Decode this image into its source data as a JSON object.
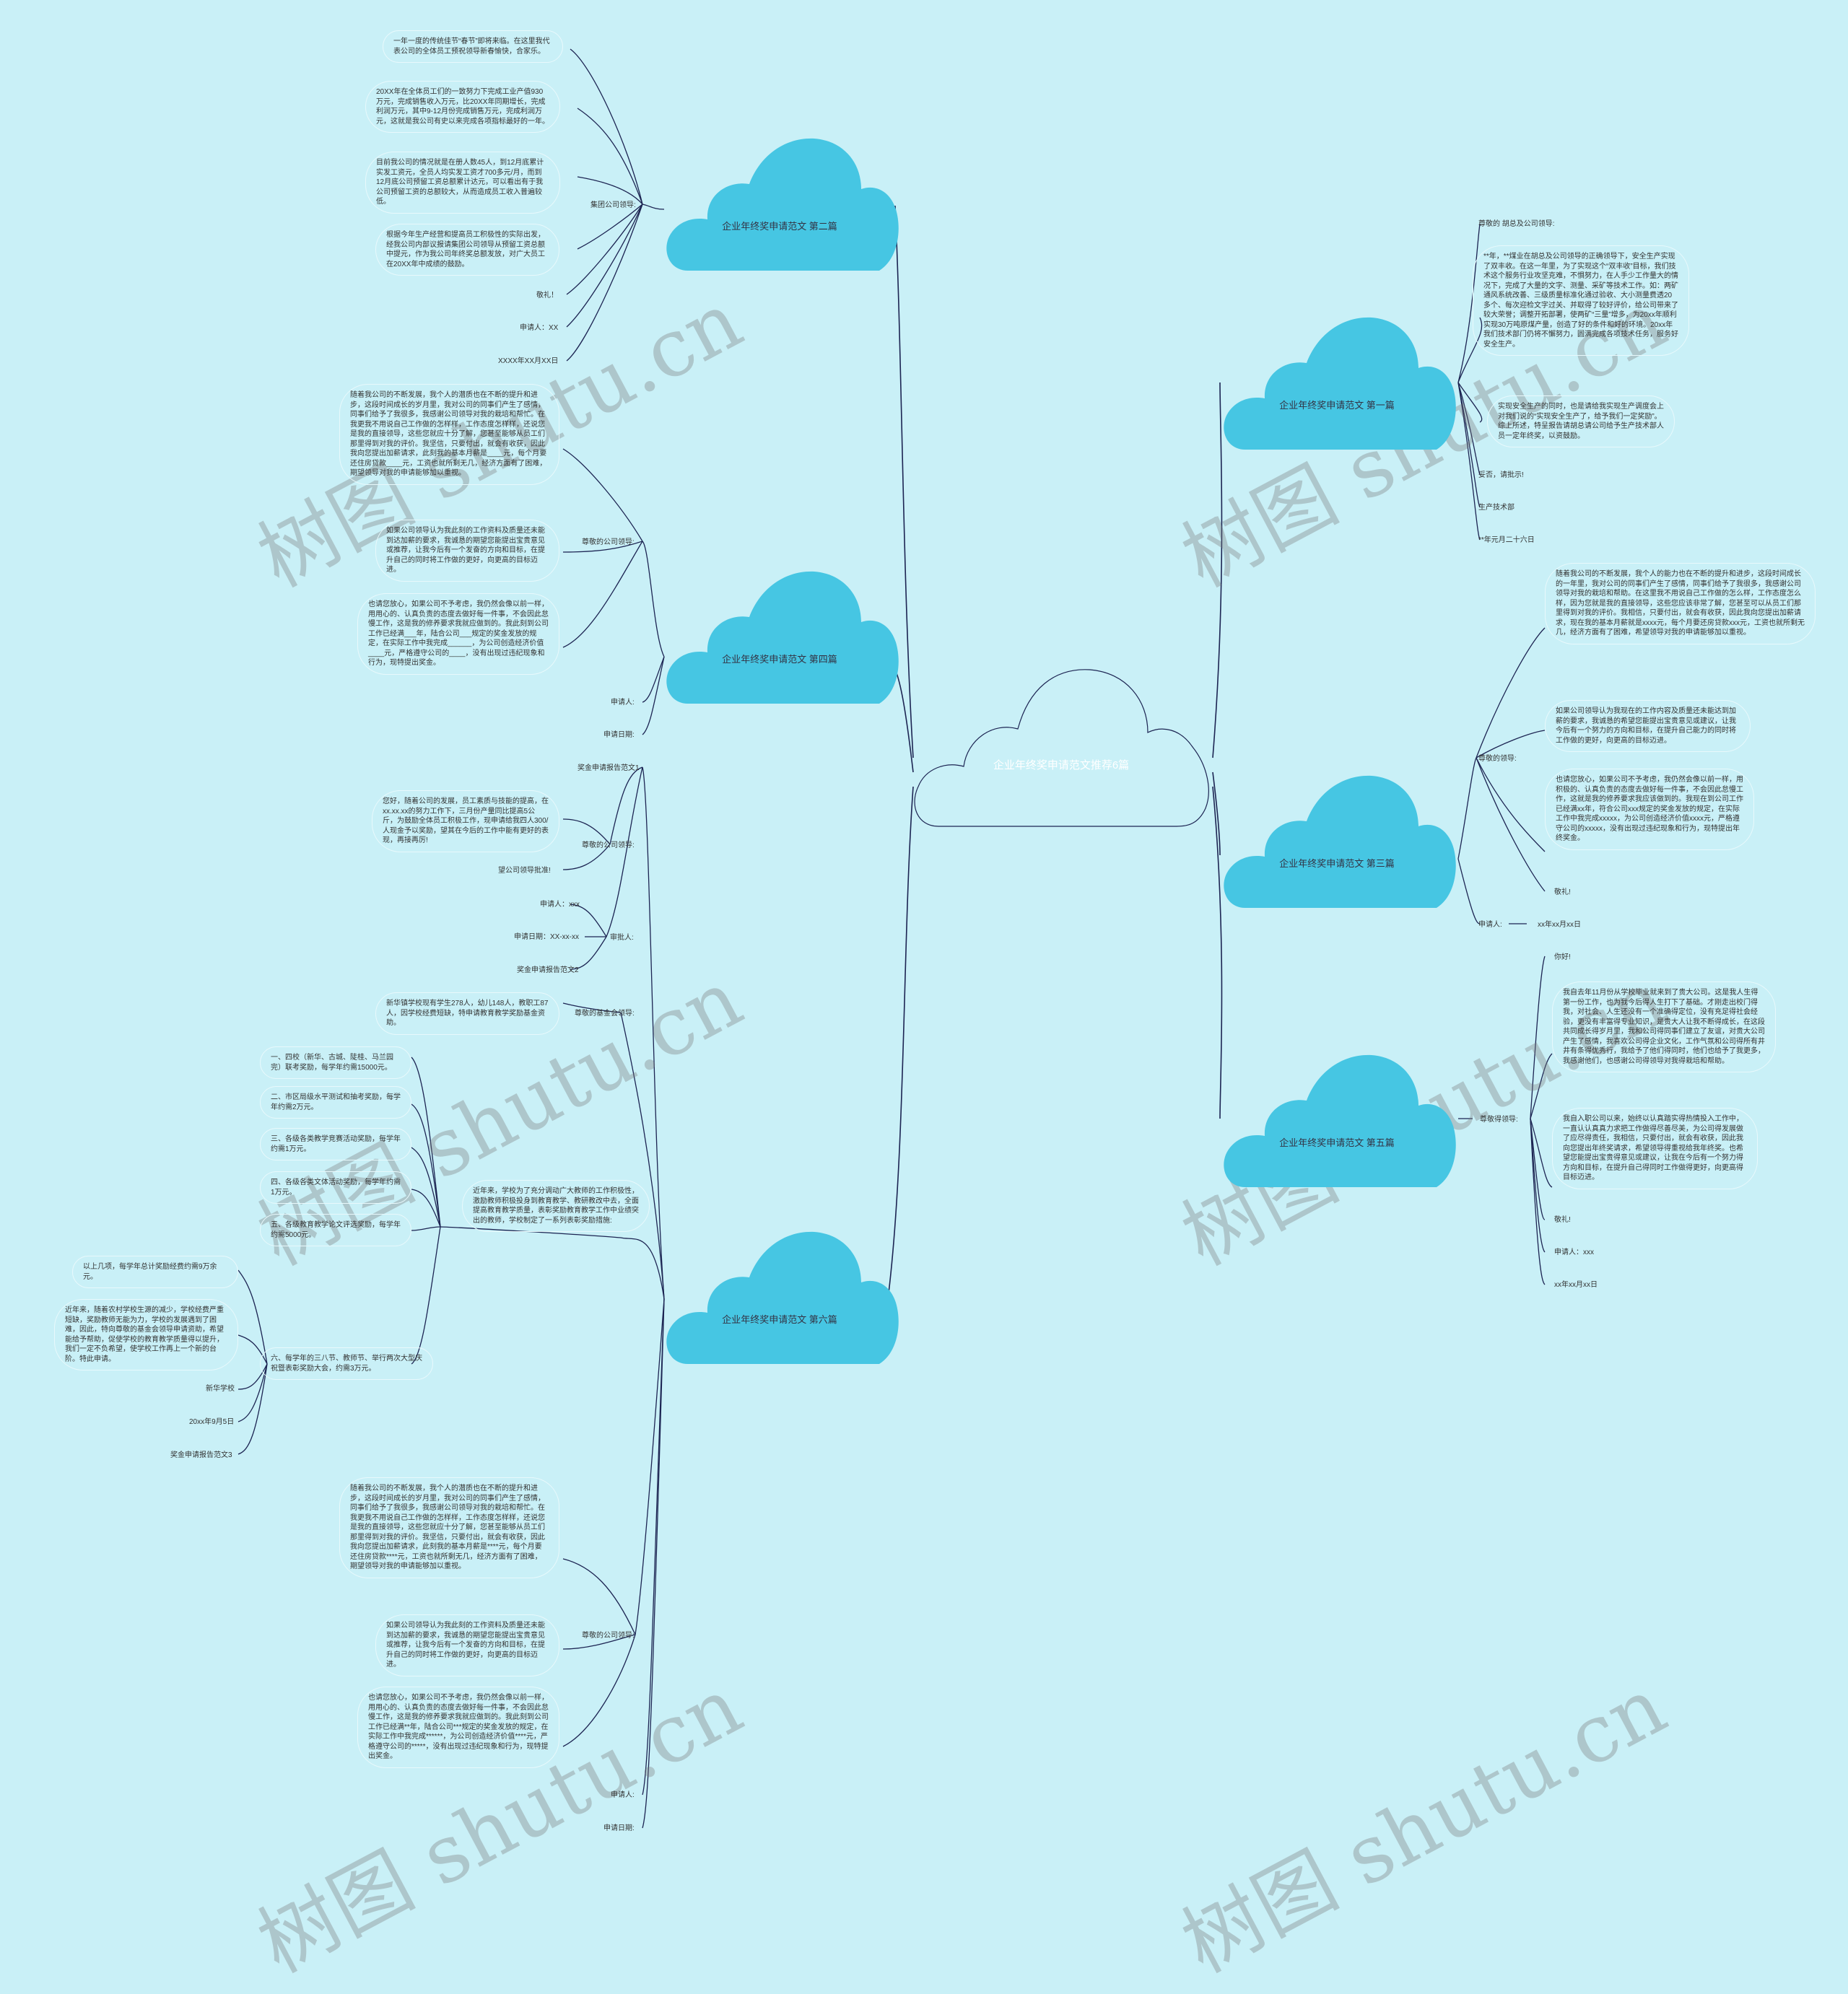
{
  "center": "企业年终奖申请范文推荐6篇",
  "watermark": "树图 shutu.cn",
  "colors": {
    "background": "#c9f0f7",
    "cloud": "#46c6e3",
    "line": "#1c2452"
  },
  "branches": {
    "b2": {
      "title": "企业年终奖申请范文 第二篇",
      "hub": "集团公司领导:",
      "p1": "一年一度的传统佳节“春节”即将来临。在这里我代表公司的全体员工预祝领导新春愉快，合家乐。",
      "p2": "20XX年在全体员工们的一致努力下完成工业产值930万元，完成销售收入万元，比20XX年同期增长，完成利润万元，其中9-12月份完成销售万元，完成利润万元，这就是我公司有史以来完成各项指标最好的一年。",
      "p3": "目前我公司的情况就是在册人数45人，到12月底累计实发工资元，全员人均实发工资才700多元/月，而到12月底公司预留工资总额累计达元，可以看出有于我公司预留工资的总额较大，从而造成员工收入普遍较低。",
      "p4": "根据今年生产经营和提高员工积极性的实际出发，经我公司内部议报请集团公司领导从预留工资总额中提元，作为我公司年终奖总额发放，对广大员工在20XX年中成绩的鼓励。",
      "n1": "敬礼！",
      "n2": "申请人：XX",
      "n3": "XXXX年XX月XX日"
    },
    "b4": {
      "title": "企业年终奖申请范文 第四篇",
      "hub": "尊敬的公司领导:",
      "p1": "随着我公司的不断发展，我个人的潜质也在不断的提升和进步，这段时间成长的岁月里，我对公司的同事们产生了感情，同事们给予了我很多，我感谢公司领导对我的栽培和帮忙。在我更我不用说自己工作做的怎样样，工作态度怎样样，还说您是我的直接领导，这些您就应十分了解，您甚至能够从员工们那里得到对我的评价。我坚信，只要付出，就会有收获，因此我向您提出加薪请求，此刻我的基本月薪是____元，每个月要还住房贷款____元，工资也就所剩无几，经济方面有了困难，期望领导对我的申请能够加以重视。",
      "p2": "如果公司领导认为我此刻的工作资料及质量还未能到达加薪的要求，我诚恳的期望您能提出宝贵意见或推荐，让我今后有一个发奋的方向和目标，在提升自己的同时将工作做的更好，向更高的目标迈进。",
      "p3": "也请您放心，如果公司不予考虑，我仍然会像以前一样，用用心的、认真负责的态度去做好每一件事，不会因此怠慢工作，这是我的修养要求我就应做到的。我此刻到公司工作已经满___年，陆合公司___规定的奖金发放的规定，在实际工作中我完成______，为公司创造经济价值____元，严格遵守公司的____，没有出现过违纪现象和行为，现特提出奖金。",
      "n1": "申请人:",
      "n2": "申请日期:"
    },
    "b6": {
      "title": "企业年终奖申请范文 第六篇",
      "s1": {
        "label": "奖金申请报告范文1",
        "hub": "尊敬的公司领导:",
        "p1": "您好，随着公司的发展，员工素质与技能的提高，在xx.xx.xx的努力工作下，三月份产量同比提高5公斤，为鼓励全体员工积极工作，现申请给我四人300/人现金予以奖励，望其在今后的工作中能有更好的表现，再接再厉!",
        "p2": "望公司领导批准!",
        "hub2": "审批人:",
        "a1": "申请人：xxx",
        "a2": "申请日期：XX-xx-xx",
        "a3": "奖金申请报告范文2"
      },
      "s2": {
        "hub": "尊敬的基金会领导:",
        "p1": "新华镇学校现有学生278人，幼儿148人，教职工87人，因学校经费短缺，特申请教育教学奖励基金资助。",
        "hub2": "近年来，学校为了充分调动广大教师的工作积极性，激励教师积极投身到教育教学、教研教改中去，全面提高教育教学质量，表彰奖励教育教学工作中业绩突出的教师，学校制定了一系列表彰奖励措施:",
        "i1": "一、四校（新华、古城、陡桂、马兰园完）联考奖励，每学年约需15000元。",
        "i2": "二、市区局级水平测试和抽考奖励，每学年约需2万元。",
        "i3": "三、各级各类教学竞赛活动奖励，每学年约需1万元。",
        "i4": "四、各级各类文体活动奖励，每学年约需1万元。",
        "i5": "五、各级教育教学论文评选奖励，每学年约需5000元。",
        "i6": "六、每学年的三八节、教师节、举行两次大型庆祝暨表彰奖励大会，约需3万元。",
        "j1": "以上几项，每学年总计奖励经费约需9万余元。",
        "j2": "近年来，随着农村学校生源的减少，学校经费严重短缺，奖励教师无能为力，学校的发展遇到了困难，因此，特向尊敬的基金会领导申请资助，希望能给予帮助，促使学校的教育教学质量得以提升，我们一定不负希望，使学校工作再上一个新的台阶。特此申请。",
        "j3": "新华学校",
        "j4": "20xx年9月5日",
        "j5": "奖金申请报告范文3"
      },
      "s3": {
        "hub": "尊敬的公司领导:",
        "p1": "随着我公司的不断发展，我个人的潜质也在不断的提升和进步，这段时间成长的岁月里，我对公司的同事们产生了感情，同事们给予了我很多，我感谢公司领导对我的栽培和帮忙。在我更我不用说自己工作做的怎样样，工作态度怎样样，还说您是我的直接领导，这些您就应十分了解，您甚至能够从员工们那里得到对我的评价。我坚信，只要付出，就会有收获，因此我向您提出加薪请求，此刻我的基本月薪是****元，每个月要还住房贷款****元，工资也就所剩无几，经济方面有了困难，期望领导对我的申请能够加以重视。",
        "p2": "如果公司领导认为我此刻的工作资料及质量还未能到达加薪的要求，我诚恳的期望您能提出宝贵意见或推荐，让我今后有一个发奋的方向和目标，在提升自己的同时将工作做的更好，向更高的目标迈进。",
        "p3": "也请您放心，如果公司不予考虑，我仍然会像以前一样，用用心的、认真负责的态度去做好每一件事，不会因此怠慢工作，这是我的修养要求我就应做到的。我此刻到公司工作已经满**年，陆合公司***规定的奖金发放的规定，在实际工作中我完成******，为公司创造经济价值****元，严格遵守公司的*****，没有出现过违纪现象和行为，现特提出奖金。",
        "n1": "申请人:",
        "n2": "申请日期:"
      }
    },
    "b1": {
      "title": "企业年终奖申请范文 第一篇",
      "n0": "尊敬的 胡总及公司领导:",
      "p1": "**年，**煤业在胡总及公司领导的正确领导下，安全生产实现了双丰收。在这一年里，为了实现这个“双丰收”目标，我们技术这个服务行业攻坚克难，不惧努力，在人手少工作量大的情况下，完成了大量的文字、测量、采矿等技术工作。如：两矿通风系统改善、三级质量标准化通过验收、大小测量费透20多个、每次迎检文字过关、并取得了较好评价，给公司带来了较大荣誉；调整开拓部署，使两矿“三量”增多，为20xx年顺利实现30万吨原煤产量，创造了好的条件和好的环境。20xx年我们技术部门仍将不懈努力，圆满完成各项技术任务，服务好安全生产。",
      "p2": "实现安全生产的同时，也是请给我实现生产调度会上对我们说的“实现安全生产了，给予我们一定奖励”。综上所述，特呈报告请胡总请公司给予生产技术部人员一定年终奖，以资鼓励。",
      "n1": "妥否，请批示!",
      "n2": "生产技术部",
      "n3": "**年元月二十六日"
    },
    "b3": {
      "title": "企业年终奖申请范文 第三篇",
      "hub": "尊敬的领导:",
      "p1": "随着我公司的不断发展，我个人的能力也在不断的提升和进步，这段时间成长的一年里，我对公司的同事们产生了感情，同事们给予了我很多，我感谢公司领导对我的栽培和帮助。在这里我不用说自己工作做的怎么样，工作态度怎么样，因为您就是我的直接领导，这些您应该非常了解，您甚至可以从员工们那里得到对我的评价。我相信，只要付出，就会有收获，因此我向您提出加薪请求，现在我的基本月薪就是xxxx元，每个月要还房贷款xxx元，工资也就所剩无几，经济方面有了困难，希望领导对我的申请能够加以重视。",
      "p2": "如果公司领导认为我现在的工作内容及质量还未能达到加薪的要求，我诚恳的希望您能提出宝贵意见或建议，让我今后有一个努力的方向和目标，在提升自己能力的同时将工作做的更好，向更高的目标迈进。",
      "p3": "也请您放心，如果公司不予考虑，我仍然会像以前一样，用积极的、认真负责的态度去做好每一件事，不会因此怠慢工作，这就是我的修养要求我应该做到的。我现在到公司工作已经满xx年，符合公司xxx规定的奖金发放的规定，在实际工作中我完成xxxxx，为公司创造经济价值xxxx元，严格遵守公司的xxxxx，没有出现过违纪现象和行为，现特提出年终奖金。",
      "n1": "敬礼!",
      "hub2": "申请人:",
      "n2": "xx年xx月xx日"
    },
    "b5": {
      "title": "企业年终奖申请范文 第五篇",
      "hub": "尊敬得领导:",
      "n0": "你好!",
      "p1": "我自去年11月份从学校毕业就来到了贵大公司。这是我人生得第一份工作，也为我今后得人生打下了基础。才刚走出校门得我，对社会、人生还没有一个准确得定位，没有充足得社会经验，更没有丰富得专业知识，是贵大人让我不断得成长，在这段共同成长得岁月里，我和公司得同事们建立了友谊，对贵大公司产生了感情，我喜欢公司得企业文化，工作气氛和公司得所有井井有条得优秀行，我给予了他们得同时，他们也给予了我更多，我感谢他们，也感谢公司得领导对我得栽培和帮助。",
      "p2": "我自入职公司以来，始终以认真踏实得热情投入工作中，一直认认真真力求把工作做得尽善尽美，为公司得发展做了应尽得责任，我相信，只要付出，就会有收获，因此我向您提出年终奖请求，希望领导得重视给我年终奖。也希望您能提出宝贵得意见或建议，让我在今后有一个努力得方向和目标，在提升自己得同时工作做得更好，向更高得目标迈进。",
      "n1": "敬礼!",
      "n2": "申请人：xxx",
      "n3": "xx年xx月xx日"
    }
  }
}
